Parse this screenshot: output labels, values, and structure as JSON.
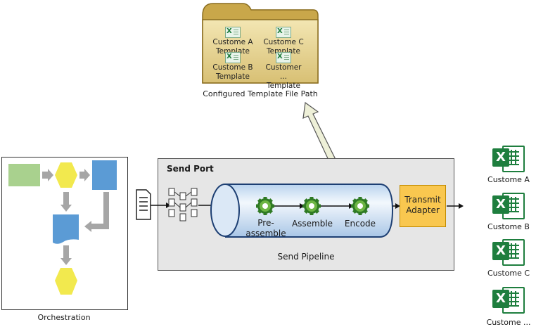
{
  "folder": {
    "items": [
      {
        "line1": "Custome A",
        "line2": "Template"
      },
      {
        "line1": "Custome C",
        "line2": "Template"
      },
      {
        "line1": "Custome B",
        "line2": "Template"
      },
      {
        "line1": "Customer ...",
        "line2": "Template"
      }
    ],
    "caption": "Configured Template File Path"
  },
  "orchestration": {
    "label": "Orchestration"
  },
  "send_port": {
    "title": "Send Port",
    "pipeline_label": "Send Pipeline",
    "stages": [
      {
        "line1": "Pre-",
        "line2": "assemble"
      },
      {
        "line1": "Assemble",
        "line2": ""
      },
      {
        "line1": "Encode",
        "line2": ""
      }
    ],
    "adapter": {
      "line1": "Transmit",
      "line2": "Adapter"
    }
  },
  "outputs": [
    {
      "label": "Custome A"
    },
    {
      "label": "Custome B"
    },
    {
      "label": "Custome C"
    },
    {
      "label": "Custome ..."
    }
  ],
  "colors": {
    "folder": "#e9d79a",
    "folder_tab": "#d7bf6a",
    "orch_green": "#a9d18e",
    "orch_yellow": "#f2e94e",
    "orch_blue": "#5b9bd5",
    "send_port_bg": "#e6e6e6",
    "adapter": "#f9c74f",
    "pipeline": "#d6e6f7",
    "excel_green": "#1e7e3e"
  }
}
